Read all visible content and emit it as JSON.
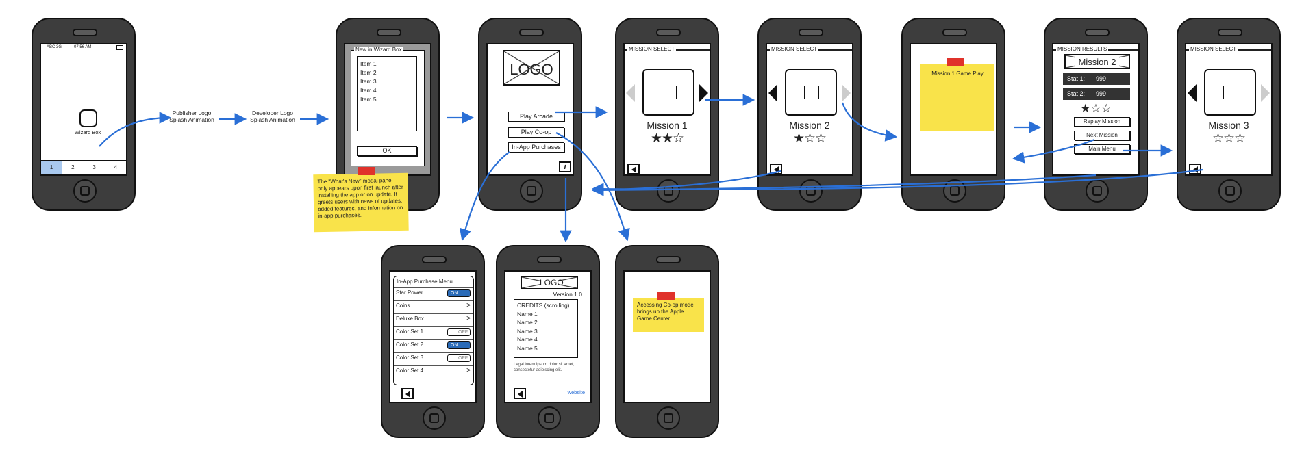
{
  "flow_labels": {
    "publisher": [
      "Publisher Logo",
      "Splash Animation"
    ],
    "developer": [
      "Developer Logo",
      "Splash Animation"
    ]
  },
  "home_screen": {
    "status_carrier": "ABC 3G",
    "status_time": "07:56 AM",
    "app_icon_label": "Wizard Box",
    "tabs": [
      "1",
      "2",
      "3",
      "4"
    ]
  },
  "whats_new": {
    "title": "New in Wizard Box",
    "items": [
      "Item 1",
      "Item 2",
      "Item 3",
      "Item 4",
      "Item 5"
    ],
    "ok_label": "OK",
    "note": "The \"What's New\" modal panel only appears upon first launch after installing the app or on update. It greets users with news of updates, added features, and information on in-app purchases."
  },
  "main_menu": {
    "logo_text": "LOGO",
    "buttons": [
      "Play Arcade",
      "Play Co-op",
      "In-App Purchases"
    ],
    "info_label": "i"
  },
  "mission_select_1": {
    "header": "MISSION SELECT",
    "title": "Mission 1",
    "stars": "★★☆"
  },
  "mission_select_2": {
    "header": "MISSION SELECT",
    "title": "Mission 2",
    "stars": "★☆☆"
  },
  "gameplay": {
    "note": "Mission 1 Game Play"
  },
  "mission_results": {
    "header": "MISSION RESULTS",
    "title": "Mission 2",
    "stat1_label": "Stat 1:",
    "stat1_value": "999",
    "stat2_label": "Stat 2:",
    "stat2_value": "999",
    "stars": "★☆☆",
    "buttons": [
      "Replay Mission",
      "Next Mission",
      "Main Menu"
    ]
  },
  "mission_select_3": {
    "header": "MISSION SELECT",
    "title": "Mission 3",
    "stars": "☆☆☆"
  },
  "iap_menu": {
    "title": "In-App Purchase Menu",
    "rows": [
      {
        "label": "Star Power",
        "control": "ON"
      },
      {
        "label": "Coins",
        "control": ">"
      },
      {
        "label": "Deluxe Box",
        "control": ">"
      },
      {
        "label": "Color Set 1",
        "control": "OFF"
      },
      {
        "label": "Color Set 2",
        "control": "ON"
      },
      {
        "label": "Color Set 3",
        "control": "OFF"
      },
      {
        "label": "Color Set 4",
        "control": ">"
      }
    ]
  },
  "credits": {
    "logo_text": "LOGO",
    "version": "Version 1.0",
    "box_title": "CREDITS (scrolling)",
    "names": [
      "Name 1",
      "Name 2",
      "Name 3",
      "Name 4",
      "Name 5"
    ],
    "legal": "Legal lorem ipsum dolor sit amet, consectetur adipiscing elit.",
    "website": "website"
  },
  "coop": {
    "note": "Accessing Co-op mode brings up the Apple Game Center."
  },
  "colors": {
    "arrow": "#2a6fd6",
    "sticky": "#f9e34a",
    "tape": "#e0322b",
    "phone": "#3d3d3d",
    "toggle_on": "#2a6bb8"
  }
}
